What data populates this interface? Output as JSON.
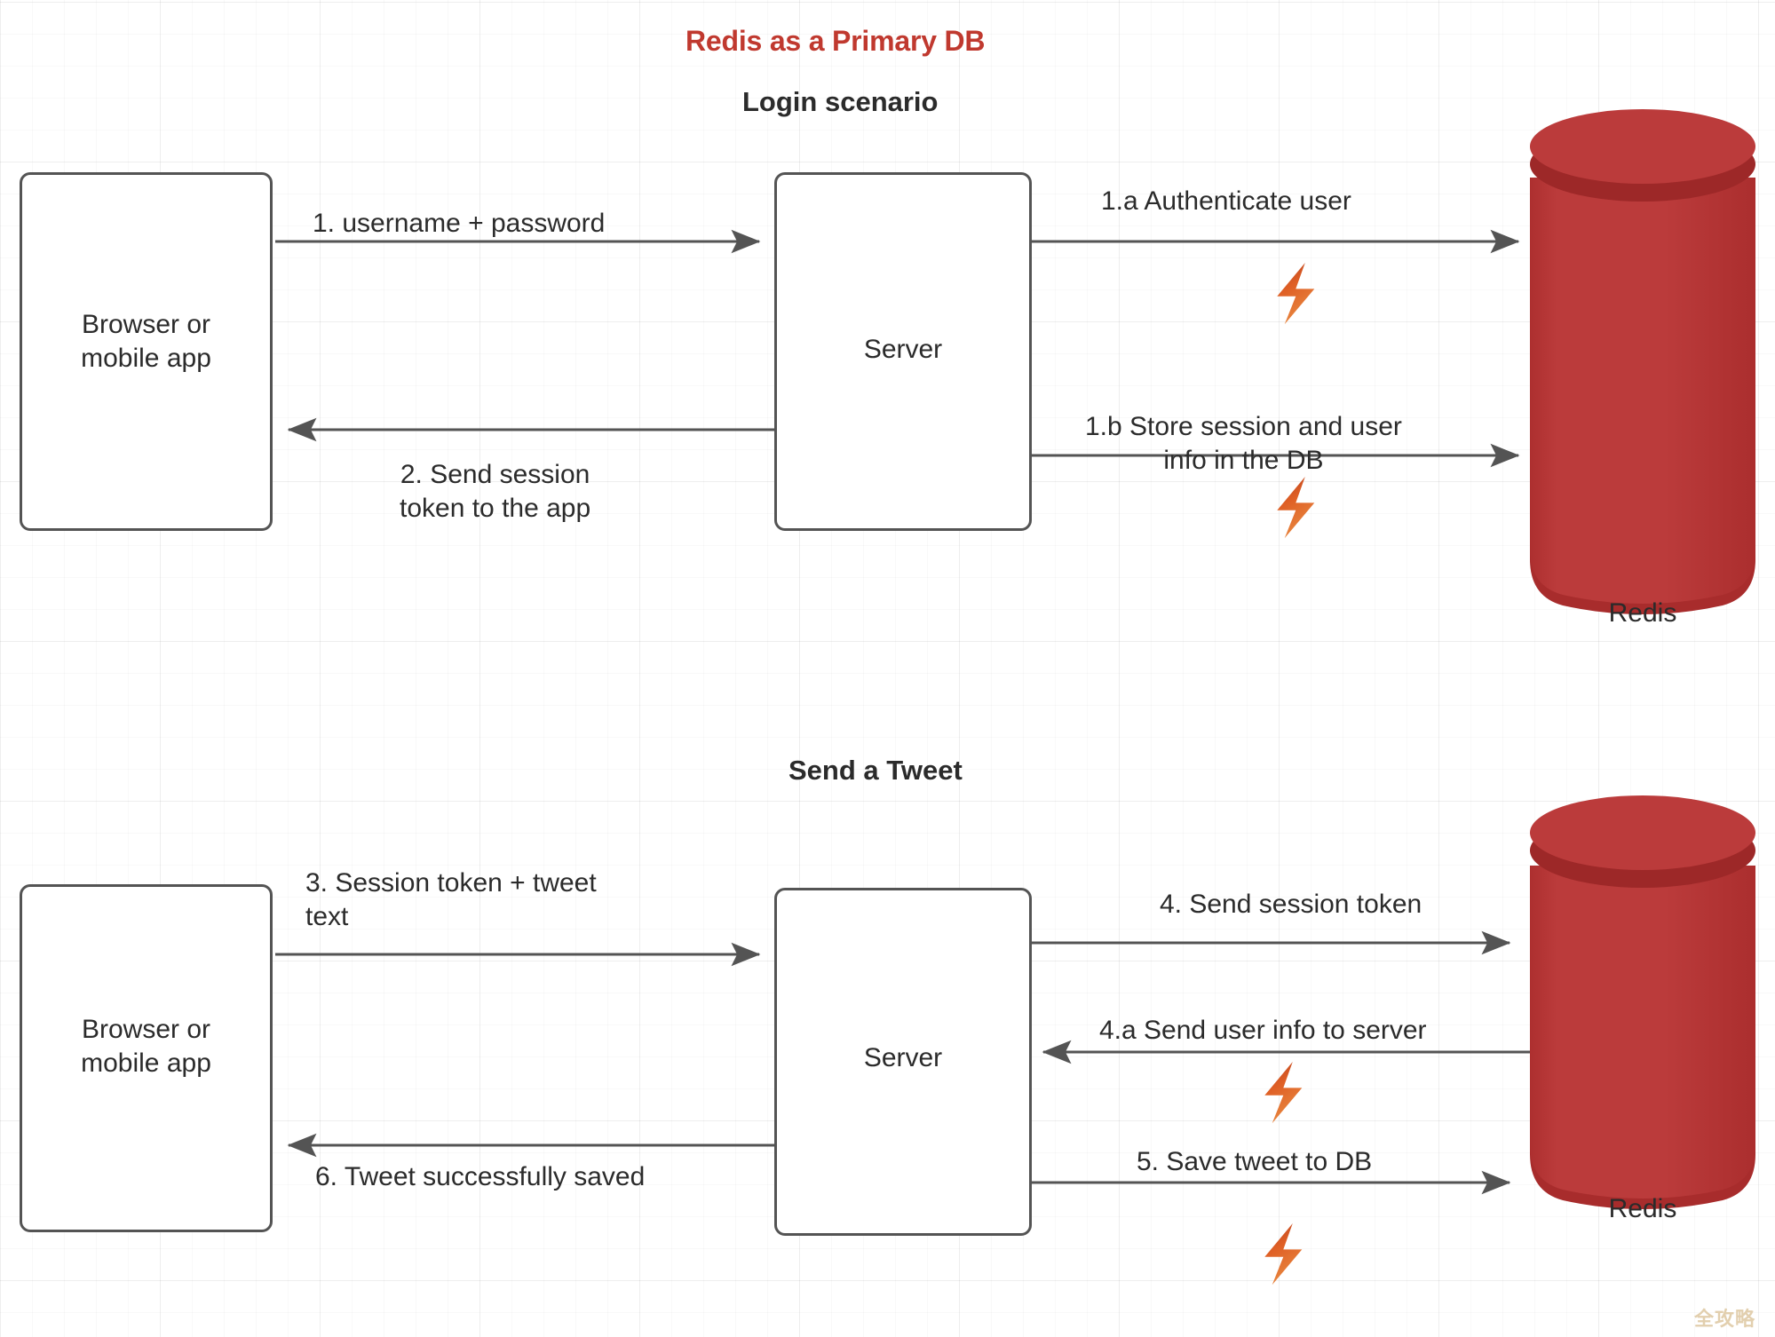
{
  "title": "Redis as a Primary DB",
  "accent_color": "#c0392f",
  "line_color": "#545454",
  "bolt_color": "#dd5b23",
  "cylinder_color": "#b63434",
  "sections": [
    {
      "heading": "Login scenario",
      "client": {
        "label": "Browser or\nmobile app"
      },
      "server": {
        "label": "Server"
      },
      "db": {
        "label": "Redis"
      },
      "edges": [
        {
          "id": "e1",
          "text": "1. username + password"
        },
        {
          "id": "e2",
          "text": "2. Send session\ntoken to the app"
        },
        {
          "id": "e1a",
          "text": "1.a Authenticate user"
        },
        {
          "id": "e1b",
          "text": "1.b Store session and user\ninfo in the DB"
        }
      ]
    },
    {
      "heading": "Send a Tweet",
      "client": {
        "label": "Browser or\nmobile app"
      },
      "server": {
        "label": "Server"
      },
      "db": {
        "label": "Redis"
      },
      "edges": [
        {
          "id": "e3",
          "text": "3. Session token + tweet\ntext"
        },
        {
          "id": "e6",
          "text": "6. Tweet successfully saved"
        },
        {
          "id": "e4",
          "text": "4. Send session token"
        },
        {
          "id": "e4a",
          "text": "4.a Send user info to server"
        },
        {
          "id": "e5",
          "text": "5. Save tweet to DB"
        }
      ]
    }
  ],
  "watermark": "全攻略"
}
